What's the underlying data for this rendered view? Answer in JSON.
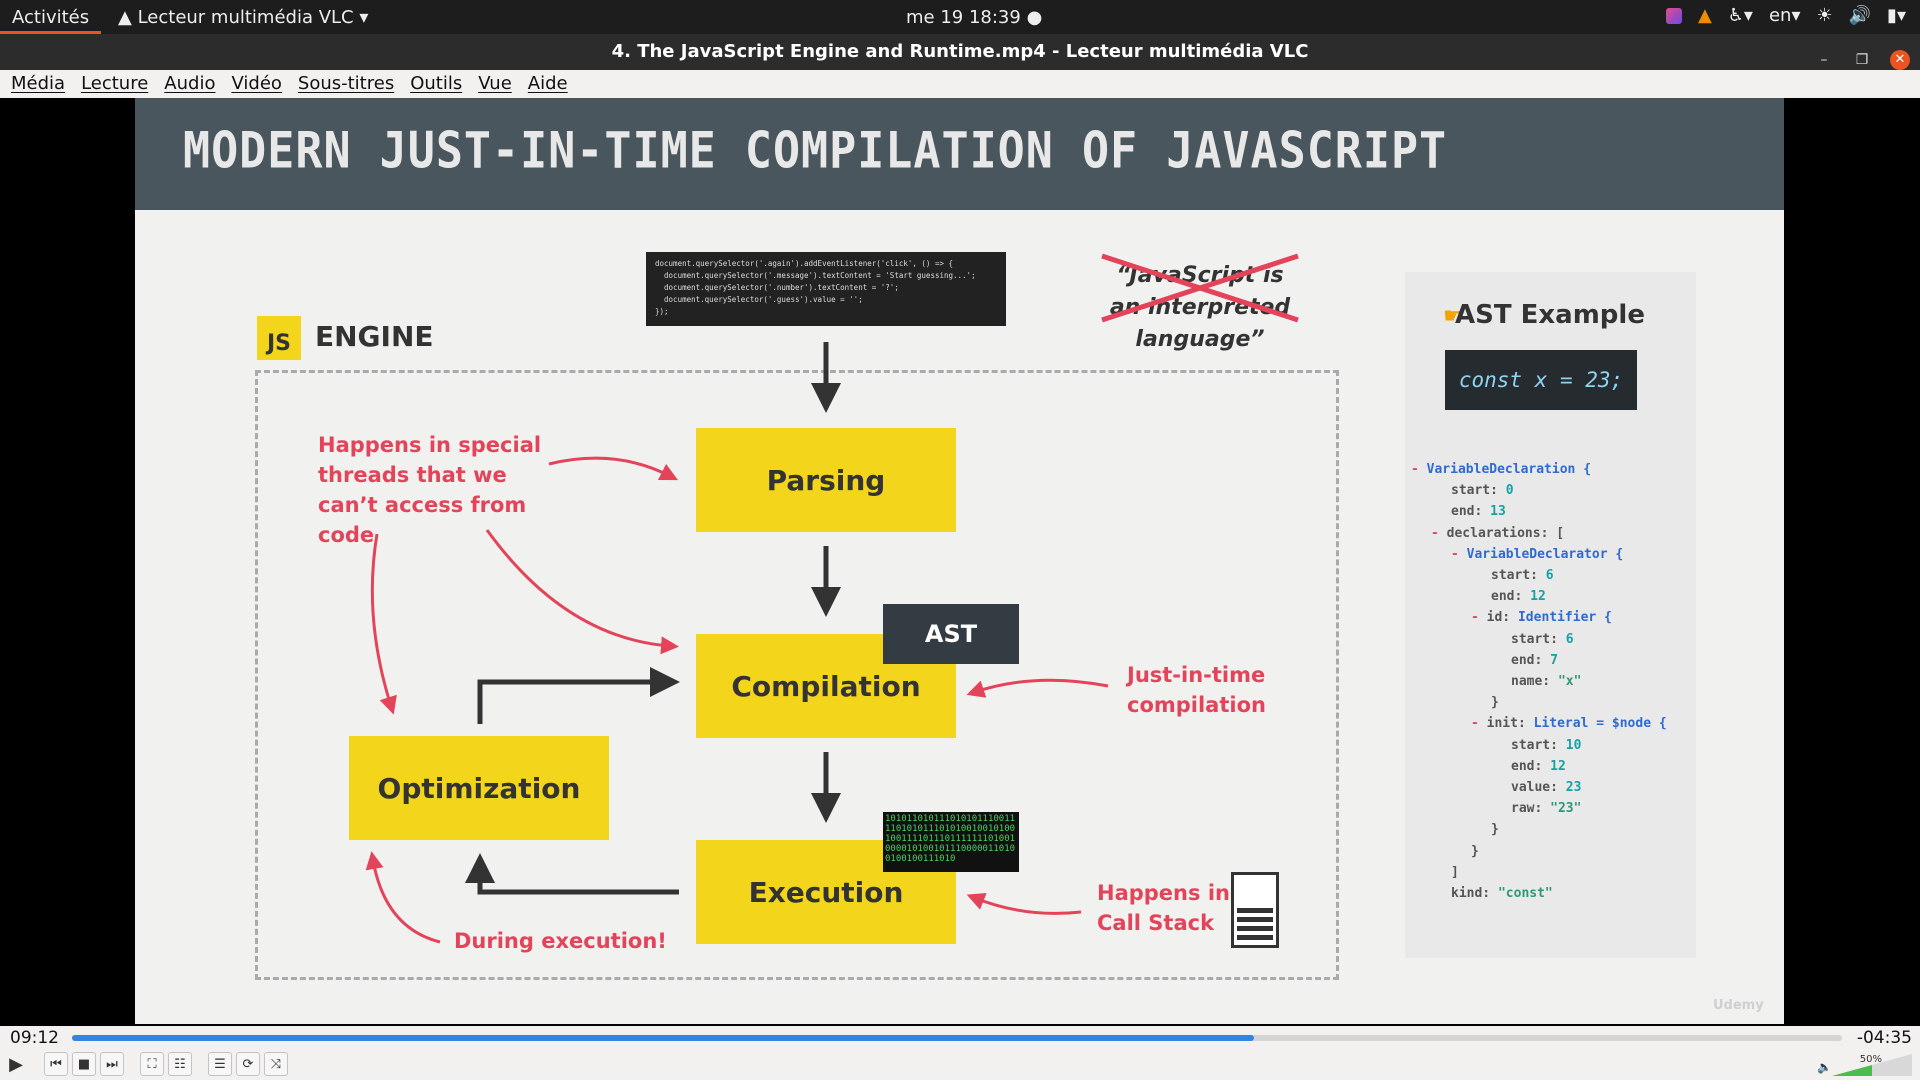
{
  "topbar": {
    "activities": "Activités",
    "app_menu": "Lecteur multimédia VLC",
    "clock": "me 19  18:39",
    "language": "en"
  },
  "window": {
    "title": "4. The JavaScript Engine and Runtime.mp4 - Lecteur multimédia VLC"
  },
  "menu": [
    "Média",
    "Lecture",
    "Audio",
    "Vidéo",
    "Sous-titres",
    "Outils",
    "Vue",
    "Aide"
  ],
  "slide": {
    "title": "MODERN JUST-IN-TIME COMPILATION OF JAVASCRIPT",
    "js_logo": "JS",
    "engine_label": "ENGINE",
    "code_lines": [
      "document.querySelector('.again').addEventListener('click', () => {",
      "  document.querySelector('.message').textContent = 'Start guessing...';",
      "  document.querySelector('.number').textContent = '?';",
      "  document.querySelector('.guess').value = '';",
      "});"
    ],
    "quote": "“JavaScript is an interpreted language”",
    "boxes": {
      "parsing": "Parsing",
      "compilation": "Compilation",
      "execution": "Execution",
      "optimization": "Optimization"
    },
    "ast_tag": "AST",
    "binary": "1010110101110101011100111101010111010100100101001001111011101111111010010000101001011100000110100100100111010",
    "notes": {
      "special_threads": "Happens in special threads that we can’t access from code",
      "jit": "Just-in-time compilation",
      "call_stack": "Happens in Call Stack",
      "during_execution": "During execution!"
    },
    "ast_panel": {
      "title": "AST Example",
      "code": "const x = 23;",
      "tree": [
        {
          "indent": 0,
          "marker": "-",
          "key": "VariableDeclaration",
          "val": "{",
          "type": "b"
        },
        {
          "indent": 2,
          "marker": "",
          "key": "start:",
          "val": "0",
          "type": "n"
        },
        {
          "indent": 2,
          "marker": "",
          "key": "end:",
          "val": "13",
          "type": "n"
        },
        {
          "indent": 1,
          "marker": "-",
          "key": "declarations:",
          "val": "[",
          "type": "k"
        },
        {
          "indent": 2,
          "marker": "-",
          "key": "VariableDeclarator",
          "val": "{",
          "type": "b"
        },
        {
          "indent": 4,
          "marker": "",
          "key": "start:",
          "val": "6",
          "type": "n"
        },
        {
          "indent": 4,
          "marker": "",
          "key": "end:",
          "val": "12",
          "type": "n"
        },
        {
          "indent": 3,
          "marker": "-",
          "key": "id:",
          "val": "Identifier {",
          "type": "b"
        },
        {
          "indent": 5,
          "marker": "",
          "key": "start:",
          "val": "6",
          "type": "n"
        },
        {
          "indent": 5,
          "marker": "",
          "key": "end:",
          "val": "7",
          "type": "n"
        },
        {
          "indent": 5,
          "marker": "",
          "key": "name:",
          "val": "\"x\"",
          "type": "s"
        },
        {
          "indent": 4,
          "marker": "",
          "key": "}",
          "val": "",
          "type": "k"
        },
        {
          "indent": 3,
          "marker": "-",
          "key": "init:",
          "val": "Literal = $node {",
          "type": "b"
        },
        {
          "indent": 5,
          "marker": "",
          "key": "start:",
          "val": "10",
          "type": "n"
        },
        {
          "indent": 5,
          "marker": "",
          "key": "end:",
          "val": "12",
          "type": "n"
        },
        {
          "indent": 5,
          "marker": "",
          "key": "value:",
          "val": "23",
          "type": "n"
        },
        {
          "indent": 5,
          "marker": "",
          "key": "raw:",
          "val": "\"23\"",
          "type": "s"
        },
        {
          "indent": 4,
          "marker": "",
          "key": "}",
          "val": "",
          "type": "k"
        },
        {
          "indent": 3,
          "marker": "",
          "key": "}",
          "val": "",
          "type": "k"
        },
        {
          "indent": 2,
          "marker": "",
          "key": "]",
          "val": "",
          "type": "k"
        },
        {
          "indent": 2,
          "marker": "",
          "key": "kind:",
          "val": "\"const\"",
          "type": "s"
        }
      ]
    },
    "watermark": "Udemy"
  },
  "player": {
    "elapsed": "09:12",
    "remaining": "-04:35",
    "progress_fraction": 0.668,
    "volume_label": "50%",
    "volume_fraction": 0.5
  },
  "colors": {
    "accent": "#3584e4",
    "slide_yellow": "#f3d51b",
    "note_red": "#e4445a",
    "header_bg": "#4a565e"
  }
}
